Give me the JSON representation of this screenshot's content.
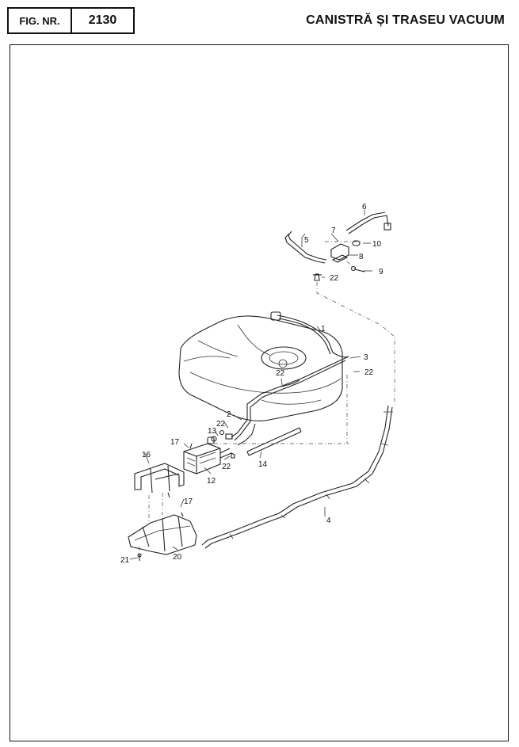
{
  "header": {
    "fig_label": "FIG. NR.",
    "fig_number": "2130",
    "title": "CANISTRĂ ȘI TRASEU VACUUM"
  },
  "callouts": {
    "c1": "1",
    "c2": "2",
    "c3": "3",
    "c4": "4",
    "c5": "5",
    "c6": "6",
    "c7": "7",
    "c8": "8",
    "c9": "9",
    "c10": "10",
    "c12": "12",
    "c13": "13",
    "c14": "14",
    "c16": "16",
    "c17": "17",
    "c20": "20",
    "c21": "21",
    "c22": "22"
  }
}
